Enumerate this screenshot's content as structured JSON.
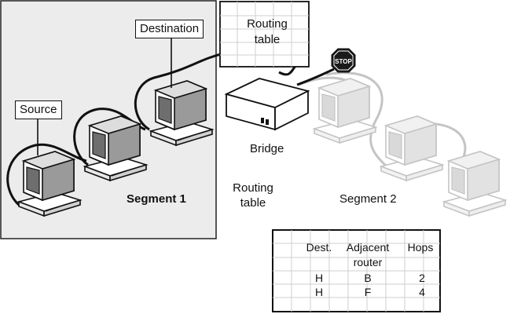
{
  "labels": {
    "source": "Source",
    "destination": "Destination",
    "routing_table_top_line1": "Routing",
    "routing_table_top_line2": "table",
    "stop_sign": "STOP",
    "bridge": "Bridge",
    "routing_table_mid_line1": "Routing",
    "routing_table_mid_line2": "table",
    "segment1": "Segment 1",
    "segment2": "Segment 2"
  },
  "routing_table": {
    "headers": [
      "Dest.",
      "Adjacent",
      "Hops"
    ],
    "header_sub": "router",
    "rows": [
      [
        "H",
        "B",
        "2"
      ],
      [
        "H",
        "F",
        "4"
      ]
    ]
  },
  "colors": {
    "segment1_bg": "#ececec",
    "faded": "#c4c4c4",
    "grid": "#cfcfcf",
    "stop": "#1a1a1a"
  }
}
